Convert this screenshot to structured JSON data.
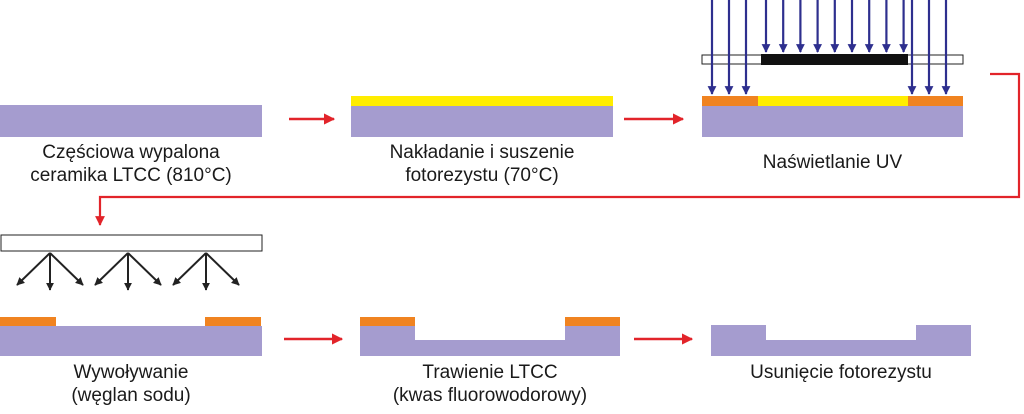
{
  "colors": {
    "ceramic": "#a59ccf",
    "photoresist": "#ffed00",
    "exposed_resist": "#f08320",
    "mask_bar": "#111111",
    "uv_arrow": "#2e2f8e",
    "flow_arrow": "#e2242a",
    "developer_arrow": "#222222"
  },
  "steps": [
    {
      "id": "partial-firing",
      "lines": [
        "Częściowa wypalona",
        "ceramika LTCC (810°C)"
      ]
    },
    {
      "id": "resist-application",
      "lines": [
        "Nakładanie i suszenie",
        "fotorezystu (70°C)"
      ]
    },
    {
      "id": "uv-exposure",
      "lines": [
        "Naświetlanie UV"
      ]
    },
    {
      "id": "development",
      "lines": [
        "Wywoływanie",
        "(węglan sodu)"
      ]
    },
    {
      "id": "ltcc-etching",
      "lines": [
        "Trawienie LTCC",
        "(kwas fluorowodorowy)"
      ]
    },
    {
      "id": "resist-removal",
      "lines": [
        "Usunięcie fotorezystu"
      ]
    }
  ]
}
